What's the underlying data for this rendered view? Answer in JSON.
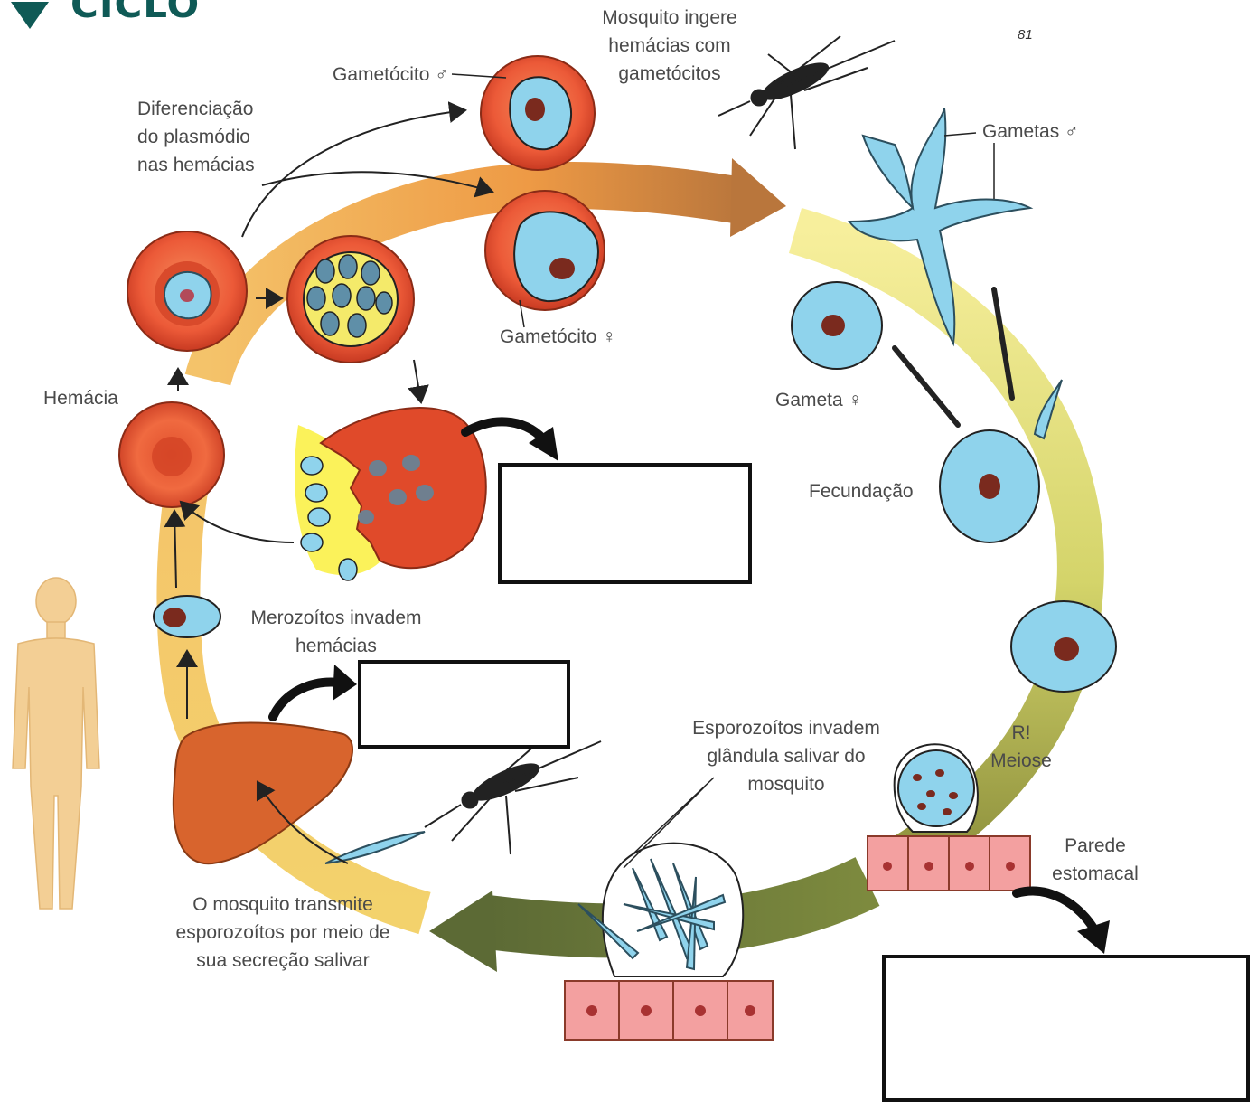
{
  "header": {
    "title": "CICLO",
    "page_number": "81"
  },
  "labels": {
    "mosquito_ingests": [
      "Mosquito ingere",
      "hemácias com",
      "gametócitos"
    ],
    "gametocyte_male": "Gametócito ♂",
    "differentiation": [
      "Diferenciação",
      "do plasmódio",
      "nas hemácias"
    ],
    "gametes_male": "Gametas ♂",
    "gametocyte_female": "Gametócito ♀",
    "gamete_female": "Gameta ♀",
    "red_cell": "Hemácia",
    "fertilization": "Fecundação",
    "merozoites": [
      "Merozoítos invadem",
      "hemácias"
    ],
    "meiosis": [
      "R!",
      "Meiose"
    ],
    "sporozoites": [
      "Esporozoítos invadem",
      "glândula salivar do",
      "mosquito"
    ],
    "stomach_wall": [
      "Parede",
      "estomacal"
    ],
    "transmission": [
      "O mosquito transmite",
      "esporozoítos por meio de",
      "sua secreção salivar"
    ]
  },
  "answer_boxes": [
    {
      "name": "answer-box-top",
      "value": ""
    },
    {
      "name": "answer-box-middle",
      "value": ""
    },
    {
      "name": "answer-box-bottom",
      "value": ""
    }
  ],
  "colors": {
    "title": "#0f5a56",
    "red_cell": "#ec5a38",
    "parasite": "#8fd3ec",
    "cycle_human": "#f2c14e",
    "cycle_mosquito": "#9aa24a",
    "skin": "#f3cf95"
  }
}
